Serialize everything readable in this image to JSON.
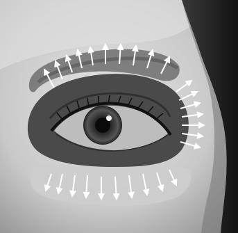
{
  "figure": {
    "subject": "eye-area-massage-direction-illustration",
    "arrow_groups": [
      {
        "name": "upper-brow-arrows",
        "direction": "up",
        "count": 10
      },
      {
        "name": "outer-corner-arrows",
        "direction": "outward-right",
        "count": 7
      },
      {
        "name": "under-eye-arrows",
        "direction": "down",
        "count": 10
      }
    ],
    "colors": {
      "skin_light": "#d9d9d9",
      "skin_mid": "#a8a8a8",
      "shadow_zone": "#4a4a4a",
      "brow_zone": "#6a6a6a",
      "cheek_zone": "#cfcfcf",
      "arrow": "#ffffff",
      "hair": "#1e1e1e"
    }
  }
}
